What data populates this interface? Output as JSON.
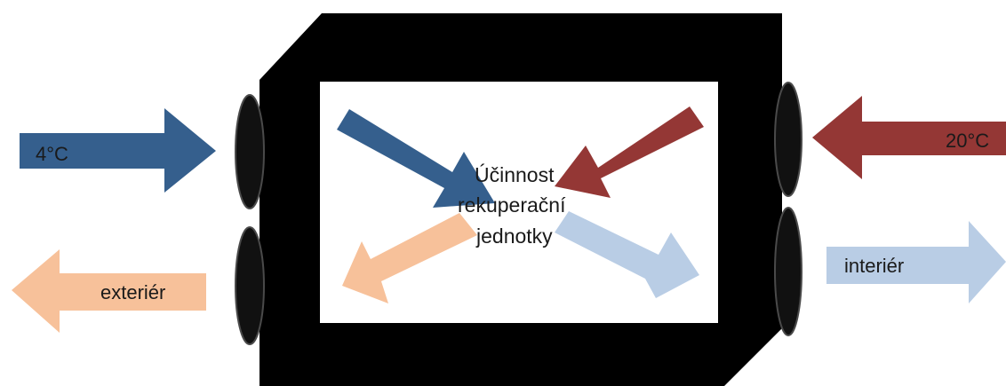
{
  "diagram": {
    "outdoor_temp": "4°C",
    "indoor_temp": "20°C",
    "exhaust_label": "exteriér",
    "supply_label": "interiér",
    "center_title": {
      "line1": "Účinnost",
      "line2": "rekuperační",
      "line3": "jednotky"
    }
  },
  "colors": {
    "unit_body": "#000000",
    "unit_window": "#ffffff",
    "cold_fresh_air": "#355f8d",
    "warm_indoor_air": "#943735",
    "cooled_exhaust_air": "#f7c19a",
    "heated_supply_air": "#b9cde5"
  }
}
